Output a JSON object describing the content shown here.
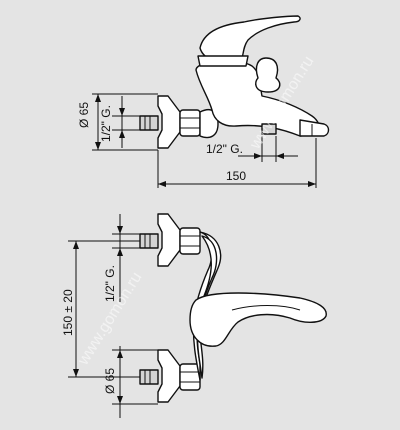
{
  "side_view": {
    "dim_outer_diameter": "Ø 65",
    "dim_thread": "1/2\" G.",
    "dim_outlet_thread": "1/2\" G.",
    "dim_length": "150"
  },
  "top_view": {
    "dim_center_distance": "150 ± 20",
    "dim_thread": "1/2\" G.",
    "dim_outer_diameter": "Ø 65"
  },
  "watermark": {
    "text_top": "www.gomon.ru",
    "text_bottom": "www.gomon.ru"
  }
}
